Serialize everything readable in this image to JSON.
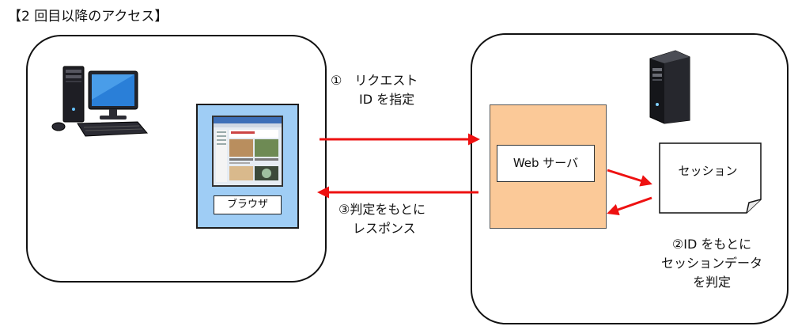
{
  "title": "【2 回目以降のアクセス】",
  "browser": {
    "label": "ブラウザ"
  },
  "server": {
    "label": "Web サーバ"
  },
  "session": {
    "label": "セッション"
  },
  "request": {
    "line1": "①　リクエスト",
    "line2": "ID を指定"
  },
  "response": {
    "line1": "③判定をもとに",
    "line2": "レスポンス"
  },
  "judge": {
    "line1": "②ID をもとに",
    "line2": "セッションデータ",
    "line3": "を判定"
  },
  "colors": {
    "arrow": "#ee1111",
    "browser_bg": "#9fcdf5",
    "server_bg": "#fbc998"
  },
  "icons": {
    "client": "desktop-pc-icon",
    "server": "tower-server-icon"
  }
}
